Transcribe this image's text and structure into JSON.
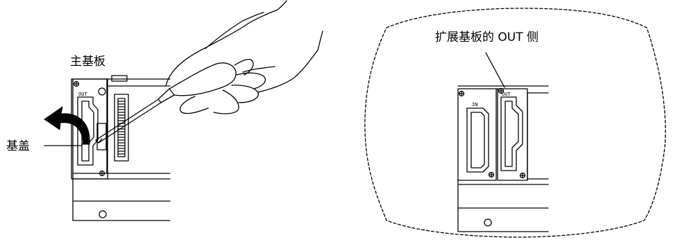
{
  "labels": {
    "main_board": "主基板",
    "base_cover": "基盖",
    "expansion_out_side": "扩展基板的 OUT 侧"
  },
  "connector_labels": {
    "main_out": "OUT",
    "detail_in": "IN",
    "detail_out": "OUT"
  },
  "colors": {
    "line": "#000000",
    "background": "#ffffff"
  }
}
